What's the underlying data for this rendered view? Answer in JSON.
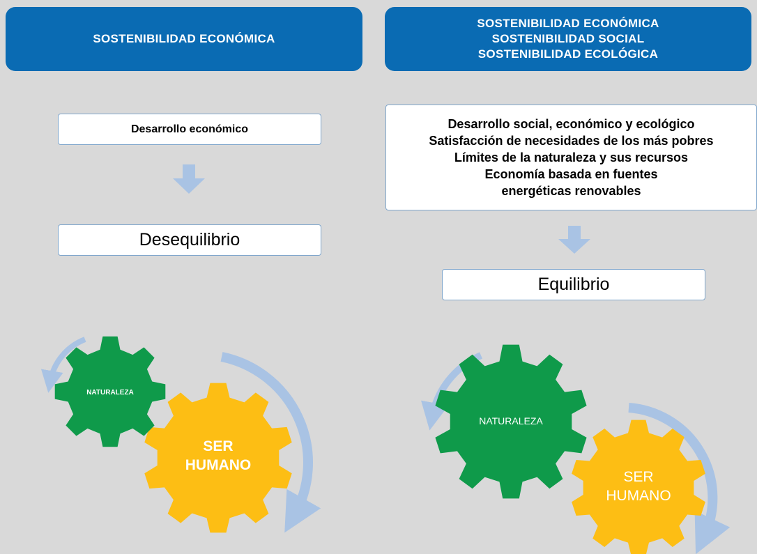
{
  "colors": {
    "header_bg": "#0a6bb3",
    "background": "#d9d9d9",
    "arrow": "#a9c3e4",
    "naturaleza": "#0f9a4a",
    "ser_humano": "#fdbe14"
  },
  "left": {
    "header": {
      "line1": "SOSTENIBILIDAD ECONÓMICA"
    },
    "concept_box": {
      "line1": "Desarrollo económico"
    },
    "result_box": {
      "label": "Desequilibrio"
    },
    "gear_small": {
      "label": "NATURALEZA"
    },
    "gear_large": {
      "line1": "SER",
      "line2": "HUMANO"
    }
  },
  "right": {
    "header": {
      "line1": "SOSTENIBILIDAD ECONÓMICA",
      "line2": "SOSTENIBILIDAD SOCIAL",
      "line3": "SOSTENIBILIDAD ECOLÓGICA"
    },
    "concept_box": {
      "line1": "Desarrollo social, económico y ecológico",
      "line2": "Satisfacción de necesidades de los más pobres",
      "line3": "Límites de la naturaleza y sus recursos",
      "line4": "Economía basada en fuentes",
      "line5": "energéticas renovables"
    },
    "result_box": {
      "label": "Equilibrio"
    },
    "gear_naturaleza": {
      "label": "NATURALEZA"
    },
    "gear_ser_humano": {
      "line1": "SER",
      "line2": "HUMANO"
    }
  }
}
